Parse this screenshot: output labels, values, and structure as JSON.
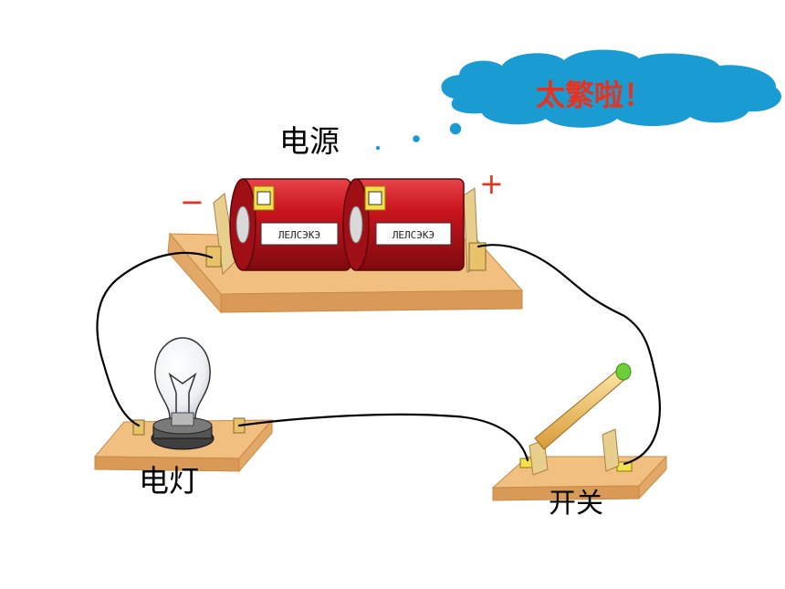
{
  "labels": {
    "power_source": "电源",
    "lamp": "电灯",
    "switch": "开关"
  },
  "thought_bubble": {
    "text": "太繁啦！"
  },
  "terminals": {
    "negative": "−",
    "positive": "+"
  },
  "battery_marking": "ЛЕЛСЭКЭ",
  "colors": {
    "bubble_fill": "#1a9bd1",
    "bubble_text": "#e8321e",
    "battery_red": "#c8141c",
    "board_wood": "#f1bf80",
    "terminal_sign": "#e8321e",
    "switch_tip": "#6fcf3a"
  }
}
